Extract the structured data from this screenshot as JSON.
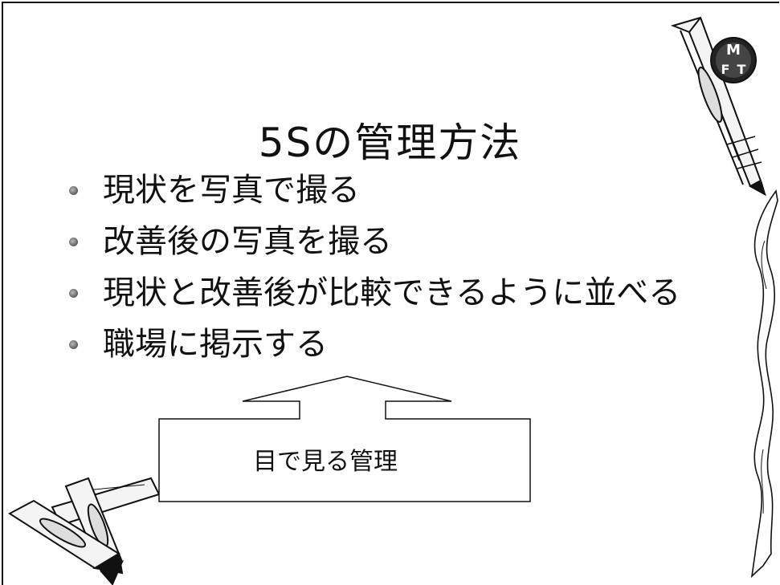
{
  "slide": {
    "title": "5Sの管理方法",
    "bullets": [
      "現状を写真で撮る",
      "改善後の写真を撮る",
      "現状と改善後が比較できるように並べる",
      "職場に掲示する"
    ],
    "callout_label": "目で見る管理",
    "logo_letters": "MFT"
  },
  "icons": [
    "pencil-top-right",
    "pencils-bottom-left",
    "ribbon-right",
    "logo-badge",
    "up-arrow-callout"
  ]
}
